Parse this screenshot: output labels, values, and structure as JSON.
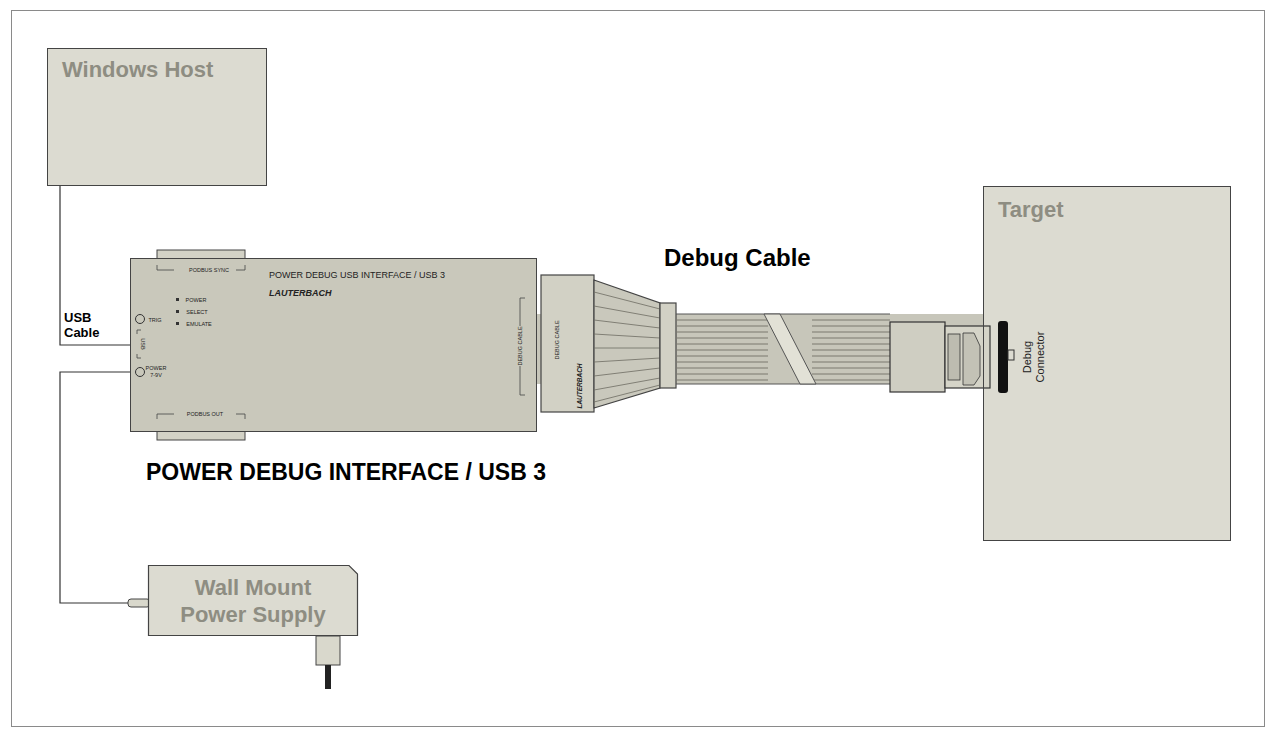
{
  "diagram": {
    "nodes": [
      {
        "text": [
          "Windows Host"
        ]
      },
      {
        "text": [
          "POWER DEBUG USB INTERFACE / USB 3",
          "LAUTERBACH",
          "POWER DEBUG INTERFACE / USB 3"
        ]
      },
      {
        "text": [
          "Target"
        ]
      },
      {
        "text": [
          "Wall Mount Power Supply"
        ]
      }
    ],
    "edges": [
      {
        "from": 0,
        "to": 1,
        "arrow": "none",
        "label": "USB Cable"
      },
      {
        "from": 1,
        "to": 2,
        "arrow": "none",
        "label": "Debug Cable"
      },
      {
        "from": 1,
        "to": 3,
        "arrow": "none"
      }
    ],
    "labels": [
      "PODBUS SYNC",
      "POWER",
      "SELECT",
      "EMULATE",
      "TRIG",
      "USB",
      "POWER 7-9V",
      "PODBUS OUT",
      "DEBUG CABLE",
      "DEBUG CABLE",
      "LAUTERBACH",
      "Debug Connector"
    ]
  }
}
